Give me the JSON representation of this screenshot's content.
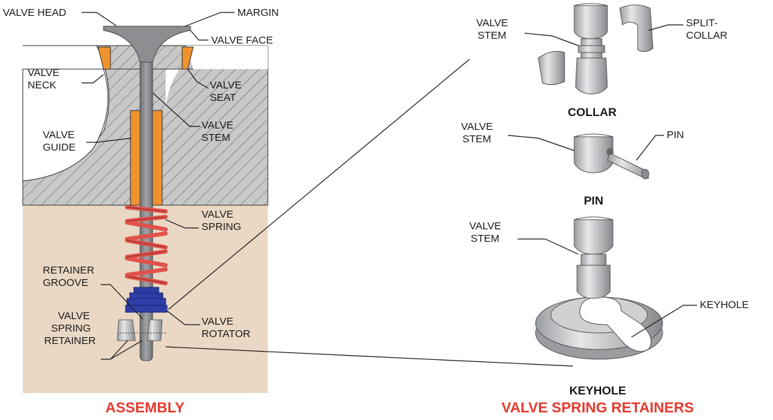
{
  "colors": {
    "title_red": "#e53a2d",
    "guide_orange": "#f0922e",
    "spring_red": "#e0524a",
    "rotator_blue": "#2e3ea6",
    "stem_gray": "#8c8e92",
    "head_hatch": "#c8c8c8",
    "block_tan": "#ead8c4"
  },
  "titles": {
    "assembly": "ASSEMBLY",
    "retainers": "VALVE SPRING RETAINERS"
  },
  "captions": {
    "collar": "COLLAR",
    "pin": "PIN",
    "keyhole": "KEYHOLE"
  },
  "labels": {
    "valve_head": "VALVE HEAD",
    "margin": "MARGIN",
    "valve_face": "VALVE FACE",
    "valve_neck": [
      "VALVE",
      "NECK"
    ],
    "valve_seat": [
      "VALVE",
      "SEAT"
    ],
    "valve_guide": [
      "VALVE",
      "GUIDE"
    ],
    "valve_stem": [
      "VALVE",
      "STEM"
    ],
    "valve_spring": [
      "VALVE",
      "SPRING"
    ],
    "retainer_groove": [
      "RETAINER",
      "GROOVE"
    ],
    "valve_rotator": [
      "VALVE",
      "ROTATOR"
    ],
    "valve_spring_retainer": [
      "VALVE",
      "SPRING",
      "RETAINER"
    ],
    "collar_valve_stem": [
      "VALVE",
      "STEM"
    ],
    "split_collar": [
      "SPLIT-",
      "COLLAR"
    ],
    "pin_valve_stem": [
      "VALVE",
      "STEM"
    ],
    "pin": "PIN",
    "keyhole_valve_stem": [
      "VALVE",
      "STEM"
    ],
    "keyhole": "KEYHOLE"
  }
}
